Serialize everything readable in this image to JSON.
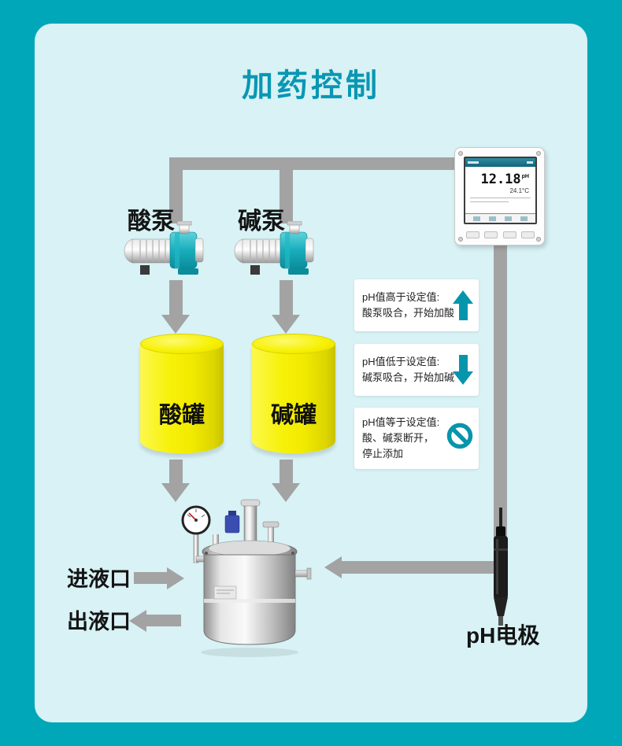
{
  "title": "加药控制",
  "pumps": {
    "acid": "酸泵",
    "alkali": "碱泵"
  },
  "tanks": {
    "acid": "酸罐",
    "alkali": "碱罐"
  },
  "controller": {
    "ph_value": "12.18",
    "ph_unit": "pH",
    "temperature": "24.1°C"
  },
  "info_boxes": [
    {
      "line1": "pH值高于设定值:",
      "line2": "酸泵吸合，开始加酸",
      "icon": "up-arrow"
    },
    {
      "line1": "pH值低于设定值:",
      "line2": "碱泵吸合，开始加碱",
      "icon": "down-arrow"
    },
    {
      "line1": "pH值等于设定值:",
      "line2": "酸、碱泵断开，",
      "line3": "停止添加",
      "icon": "no-symbol"
    }
  ],
  "ports": {
    "inlet": "进液口",
    "outlet": "出液口"
  },
  "electrode": {
    "label": "pH电极"
  },
  "colors": {
    "background": "#00a7b8",
    "panel": "#d8f2f5",
    "accent": "#0795ac",
    "arrow_gray": "#a3a3a3",
    "tank_yellow": "#f5ef00"
  }
}
